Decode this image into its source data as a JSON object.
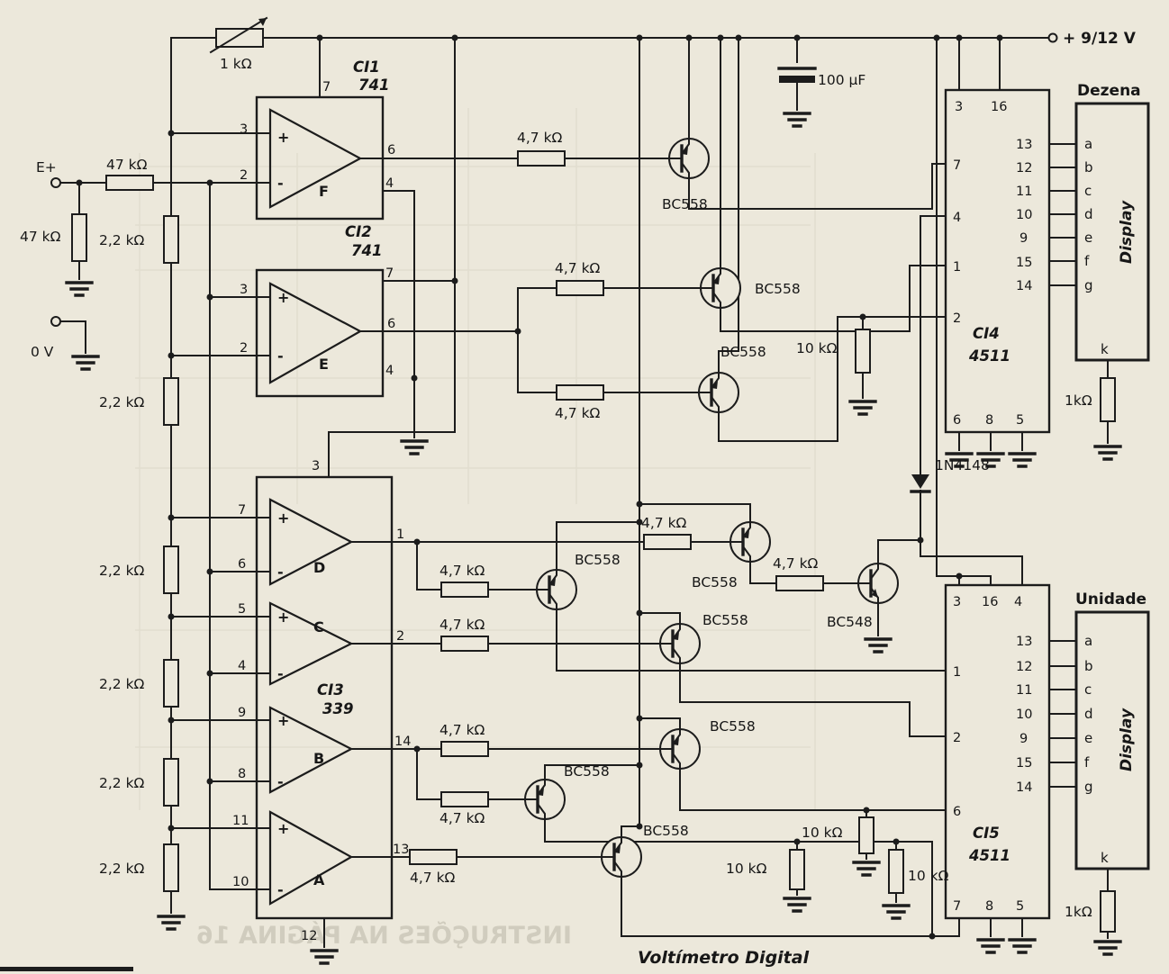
{
  "caption": "Voltímetro Digital",
  "bleed_text": "INSTRUÇÕES NA PÁGINA 16",
  "power": {
    "rail": "+ 9/12 V"
  },
  "terminals": {
    "e_plus": "E+",
    "zero_v": "0 V"
  },
  "sym": {
    "plus": "+",
    "minus": "-"
  },
  "n": {
    "1": "1",
    "2": "2",
    "3": "3",
    "4": "4",
    "5": "5",
    "6": "6",
    "7": "7",
    "8": "8",
    "9": "9",
    "10": "10",
    "11": "11",
    "12": "12",
    "13": "13",
    "14": "14",
    "15": "15",
    "16": "16"
  },
  "ics": {
    "ci1": {
      "name": "CI1",
      "part": "741",
      "unit": "F"
    },
    "ci2": {
      "name": "CI2",
      "part": "741",
      "unit": "E"
    },
    "ci3": {
      "name": "CI3",
      "part": "339",
      "units": {
        "d": "D",
        "c": "C",
        "b": "B",
        "a": "A"
      }
    },
    "ci4": {
      "name": "CI4",
      "part": "4511"
    },
    "ci5": {
      "name": "CI5",
      "part": "4511"
    }
  },
  "parts": {
    "pot": "1 kΩ",
    "r47k": "47 kΩ",
    "r22k": "2,2 kΩ",
    "r4k7": "4,7 kΩ",
    "r10k": "10 kΩ",
    "r1k": "1kΩ",
    "cap": "100 µF",
    "diode": "1N4148",
    "pnp": "BC558",
    "npn": "BC548"
  },
  "displays": {
    "dezena": {
      "title": "Dezena",
      "label": "Display",
      "segments": [
        "a",
        "b",
        "c",
        "d",
        "e",
        "f",
        "g"
      ],
      "k": "k"
    },
    "unidade": {
      "title": "Unidade",
      "label": "Display",
      "segments": [
        "a",
        "b",
        "c",
        "d",
        "e",
        "f",
        "g"
      ],
      "k": "k"
    }
  }
}
